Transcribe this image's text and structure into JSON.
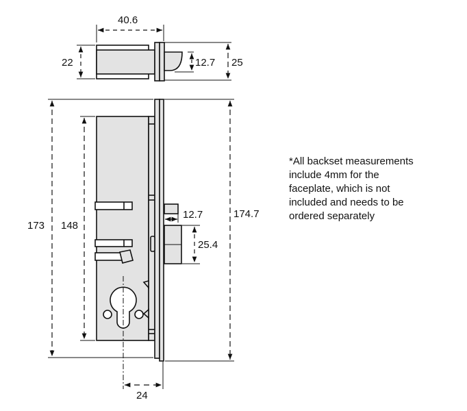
{
  "dimensions": {
    "top_width": "40.6",
    "top_height_body": "22",
    "top_bolt_height": "12.7",
    "top_height_total": "25",
    "case_height": "173",
    "inner_height": "148",
    "faceplate_height": "174.7",
    "latch_projection": "12.7",
    "deadbolt_height": "25.4",
    "backset": "24"
  },
  "note": {
    "lines": [
      "*All backset measurements",
      "include 4mm for the",
      "faceplate, which is not",
      "included and needs to be",
      "ordered separately"
    ]
  },
  "colors": {
    "fill": "#e3e3e3",
    "line": "#111111"
  }
}
